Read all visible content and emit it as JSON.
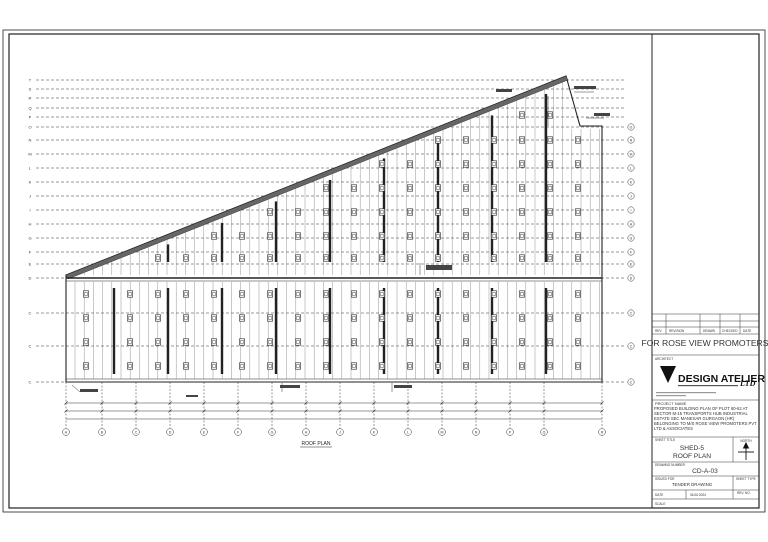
{
  "drawing": {
    "title": "ROOF PLAN",
    "grid_rows": [
      "T",
      "S",
      "R",
      "Q",
      "P",
      "O",
      "N",
      "M",
      "L",
      "K",
      "J",
      "I",
      "H",
      "G",
      "F",
      "E",
      "D",
      "C"
    ],
    "grid_cols": [
      "A",
      "B",
      "C",
      "D",
      "E",
      "F",
      "G",
      "H",
      "J",
      "K",
      "L",
      "M",
      "N",
      "P",
      "Q",
      "R"
    ]
  },
  "title_block": {
    "rev_headers": {
      "rev": "REV.",
      "description": "REVISION",
      "drawn": "DRAWN",
      "checked": "CHECKED",
      "date": "DATE"
    },
    "client": "FOR ROSE VIEW PROMOTERS",
    "architect_label": "ARCHITECT",
    "architect_name": "DESIGN ATELIER",
    "architect_suffix": "LTD",
    "project_label": "PROJECT NAME",
    "project_name": "PROPOSED BUILDING PLAN OF PLOT 60-62 AT SECTOR M-15 TRANSPORTS HUB INDUSTRIAL ESTATE SEC MANESAR GURGAON (HR) BELONGING TO M/S ROSE VIEW PROMOTERS PVT LTD & ASSOCIATES",
    "sheet_title_label": "SHEET TITLE",
    "sheet_title_1": "SHED-5",
    "sheet_title_2": "ROOF PLAN",
    "north_label": "NORTH",
    "drawing_number_label": "DRAWING NUMBER",
    "drawing_number": "CD-A-03",
    "issued_for_label": "ISSUED FOR",
    "issued_for": "TENDER DRAWING",
    "sheet_type_label": "SHEET TYPE",
    "date_label": "DATE",
    "date_value": "06.06.2024",
    "rev_no_label": "REV. NO.",
    "scale_label": "SCALE"
  }
}
